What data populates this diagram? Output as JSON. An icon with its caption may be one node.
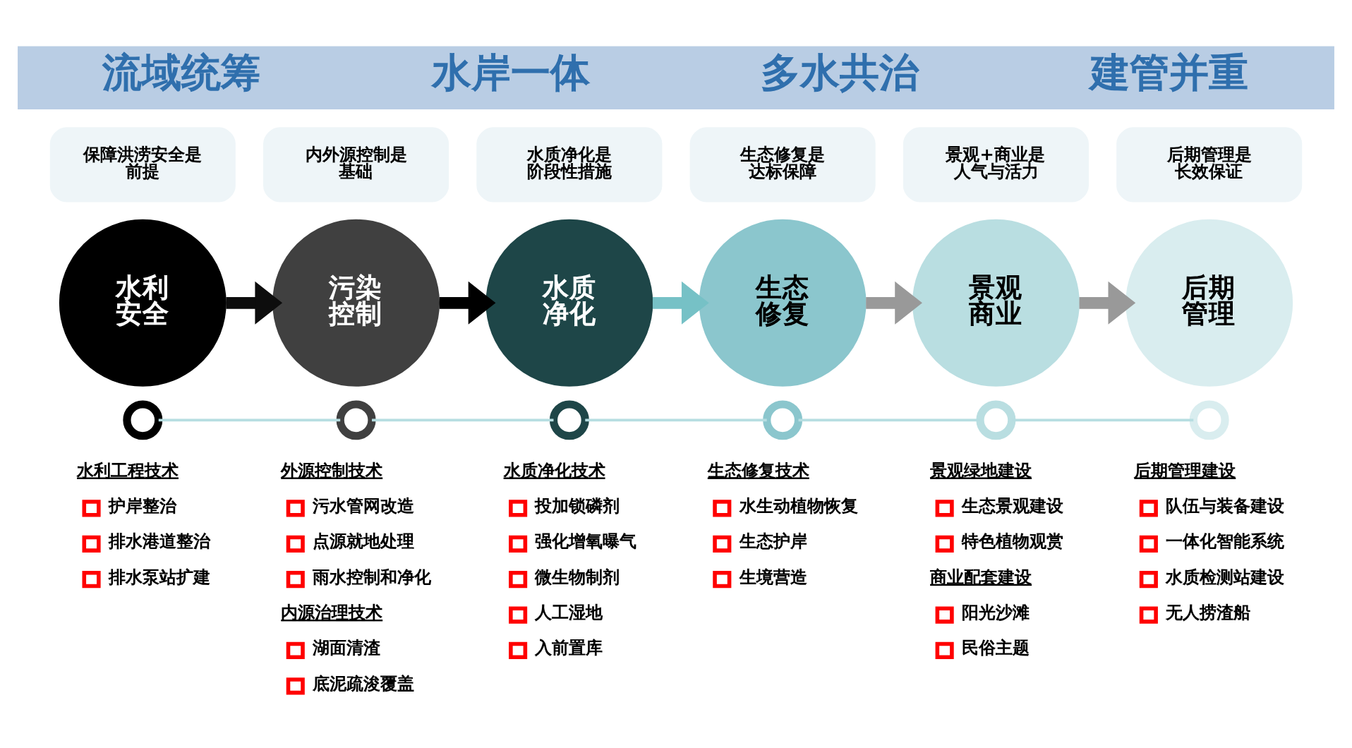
{
  "diagram": {
    "nodes": [
      {
        "text": [
          "流域统筹",
          "水岸一体",
          "多水共治",
          "建管并重"
        ]
      },
      {
        "text": [
          "保障洪涝安全是前提"
        ]
      },
      {
        "text": [
          "内外源控制是基础"
        ]
      },
      {
        "text": [
          "水质净化是阶段性措施"
        ]
      },
      {
        "text": [
          "生态修复是达标保障"
        ]
      },
      {
        "text": [
          "景观+商业是人气与活力"
        ]
      },
      {
        "text": [
          "后期管理是长效保证"
        ]
      },
      {
        "text": [
          "水利安全"
        ]
      },
      {
        "text": [
          "污染控制"
        ]
      },
      {
        "text": [
          "水质净化"
        ]
      },
      {
        "text": [
          "生态修复"
        ]
      },
      {
        "text": [
          "景观商业"
        ]
      },
      {
        "text": [
          "后期管理"
        ]
      },
      {
        "text": [],
        "shape": "circle"
      },
      {
        "text": [],
        "shape": "circle"
      },
      {
        "text": [],
        "shape": "circle"
      },
      {
        "text": [],
        "shape": "circle"
      },
      {
        "text": [],
        "shape": "circle"
      },
      {
        "text": [],
        "shape": "circle"
      }
    ],
    "edges": [
      {
        "from": 7,
        "to": 8,
        "arrow": "to",
        "style": "thick",
        "color": "#0d0d0d"
      },
      {
        "from": 8,
        "to": 9,
        "arrow": "to",
        "style": "thick",
        "color": "#000000"
      },
      {
        "from": 9,
        "to": 10,
        "arrow": "to",
        "style": "thick",
        "color": "#76c1c6"
      },
      {
        "from": 10,
        "to": 11,
        "arrow": "to",
        "style": "thick",
        "color": "#999999"
      },
      {
        "from": 11,
        "to": 12,
        "arrow": "to",
        "style": "thick",
        "color": "#999999"
      },
      {
        "from": 13,
        "to": 14,
        "arrow": "none",
        "color": "#b6dde1"
      },
      {
        "from": 14,
        "to": 15,
        "arrow": "none",
        "color": "#b6dde1"
      },
      {
        "from": 15,
        "to": 16,
        "arrow": "none",
        "color": "#b6dde1"
      },
      {
        "from": 16,
        "to": 17,
        "arrow": "none",
        "color": "#b6dde1"
      },
      {
        "from": 17,
        "to": 18,
        "arrow": "none",
        "color": "#b6dde1"
      }
    ],
    "labels": [
      "水利工程技术",
      "护岸整治",
      "排水港道整治",
      "排水泵站扩建",
      "外源控制技术",
      "污水管网改造",
      "点源就地处理",
      "雨水控制和净化",
      "内源治理技术",
      "湖面清渣",
      "底泥疏浚覆盖",
      "水质净化技术",
      "投加锁磷剂",
      "强化增氧曝气",
      "微生物制剂",
      "人工湿地",
      "入前置库",
      "生态修复技术",
      "水生动植物恢复",
      "生态护岸",
      "生境营造",
      "景观绿地建设",
      "生态景观建设",
      "特色植物观赏",
      "商业配套建设",
      "阳光沙滩",
      "民俗主题",
      "后期管理建设",
      "队伍与装备建设",
      "一体化智能系统",
      "水质检测站建设",
      "无人捞渣船"
    ]
  }
}
